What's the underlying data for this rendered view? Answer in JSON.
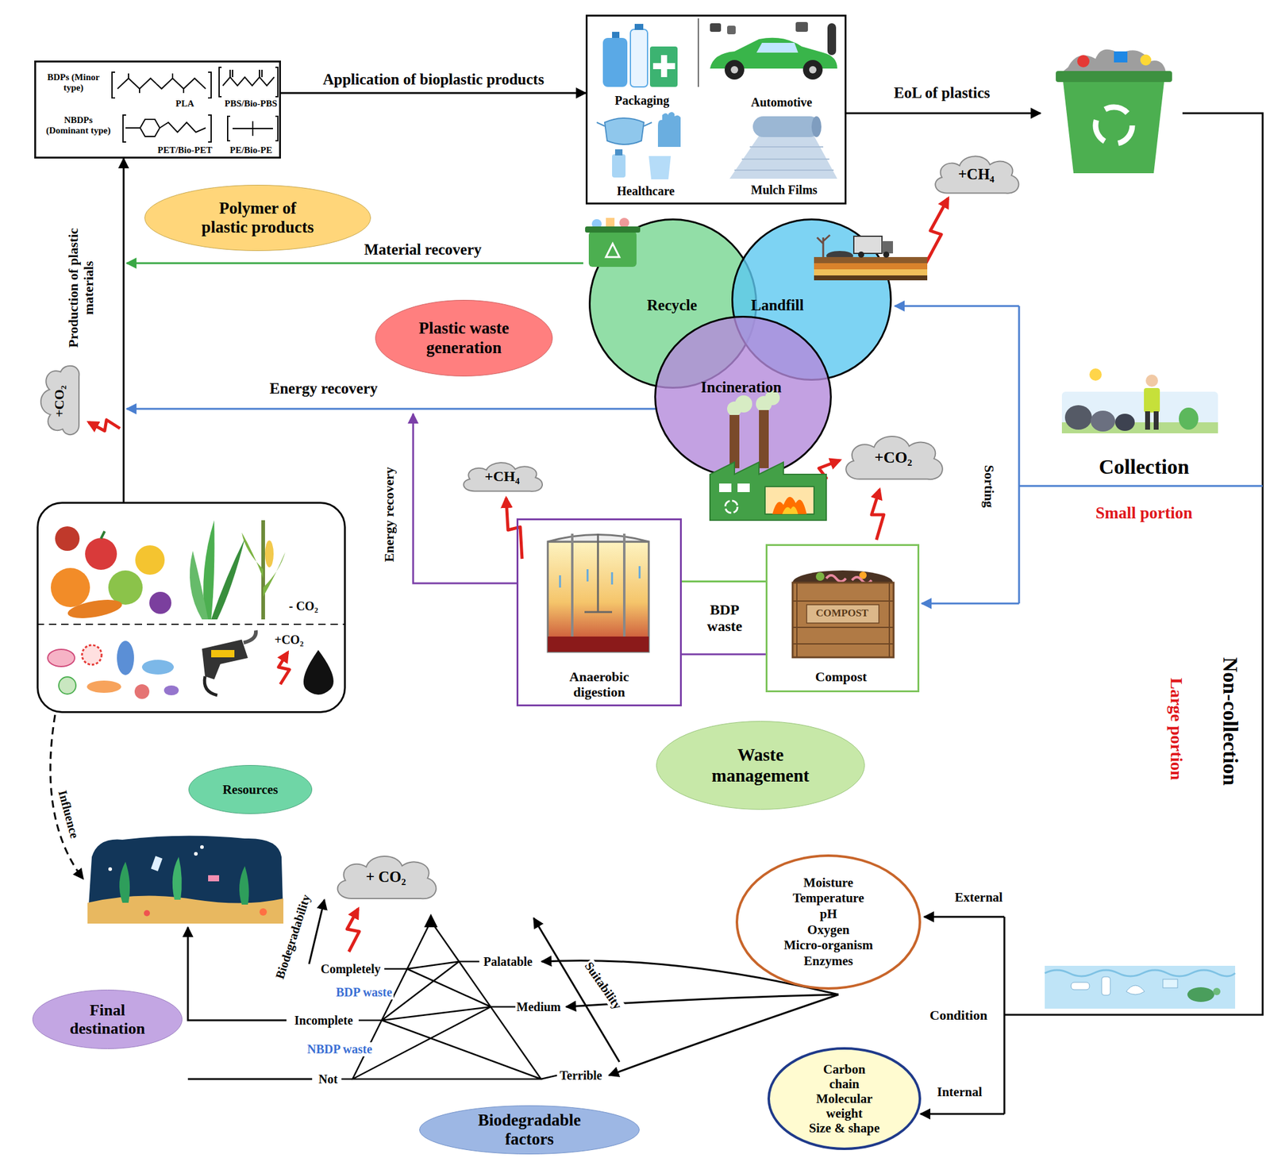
{
  "diagram": {
    "nodes": [
      {
        "text": [
          "BDPs (Minor type)",
          "PLA",
          "PBS/Bio-PBS",
          "NBDPs (Dominant type)",
          "PET/Bio-PET",
          "PE/Bio-PE"
        ]
      },
      {
        "text": [
          "Packaging",
          "Automotive",
          "Healthcare",
          "Mulch Films"
        ]
      },
      {
        "text": [
          "+CH₄"
        ]
      },
      {
        "text": [
          "Polymer of plastic products"
        ]
      },
      {
        "text": [
          "Recycle"
        ]
      },
      {
        "text": [
          "Landfill"
        ]
      },
      {
        "text": [
          "Plastic waste generation"
        ]
      },
      {
        "text": [
          "Incineration"
        ]
      },
      {
        "text": [
          "+CO₂"
        ]
      },
      {
        "text": [
          "+CH₄"
        ]
      },
      {
        "text": [
          "+CO₂"
        ]
      },
      {
        "text": [
          "Anaerobic digestion"
        ]
      },
      {
        "text": [
          "COMPOST",
          "Compost"
        ]
      },
      {
        "text": [
          "- CO₂",
          "+CO₂"
        ]
      },
      {
        "text": [
          "Resources"
        ]
      },
      {
        "text": [
          "Waste management"
        ]
      },
      {
        "text": [
          "+ CO₂"
        ]
      },
      {
        "text": [
          "Final destination"
        ]
      },
      {
        "text": [
          "Moisture",
          "Temperature",
          "pH",
          "Oxygen",
          "Micro-organism",
          "Enzymes"
        ]
      },
      {
        "text": [
          "Carbon chain",
          "Molecular weight",
          "Size & shape"
        ]
      },
      {
        "text": [
          "Biodegradable factors"
        ]
      }
    ],
    "edges": [
      {
        "from": 13,
        "to": 0,
        "arrow": "to",
        "label": "Production of plastic materials"
      },
      {
        "from": 0,
        "to": 1,
        "arrow": "to",
        "label": "Application of bioplastic products"
      },
      {
        "from": 11,
        "to": 12,
        "arrow": "none"
      },
      {
        "from": 11,
        "to": 12,
        "arrow": "none"
      }
    ],
    "labels": [
      "EoL of plastics",
      "Material recovery",
      "Energy recovery",
      "Collection",
      "Small portion",
      "Sorting",
      "Energy recovery",
      "BDP waste",
      "Non-collection",
      "Large portion",
      "Influence",
      "External",
      "Condition",
      "Internal",
      "Biodegradability",
      "Completely",
      "BDP waste",
      "Incomplete",
      "NBDP waste",
      "Not",
      "Palatable",
      "Medium",
      "Terrible",
      "Suitability"
    ]
  }
}
